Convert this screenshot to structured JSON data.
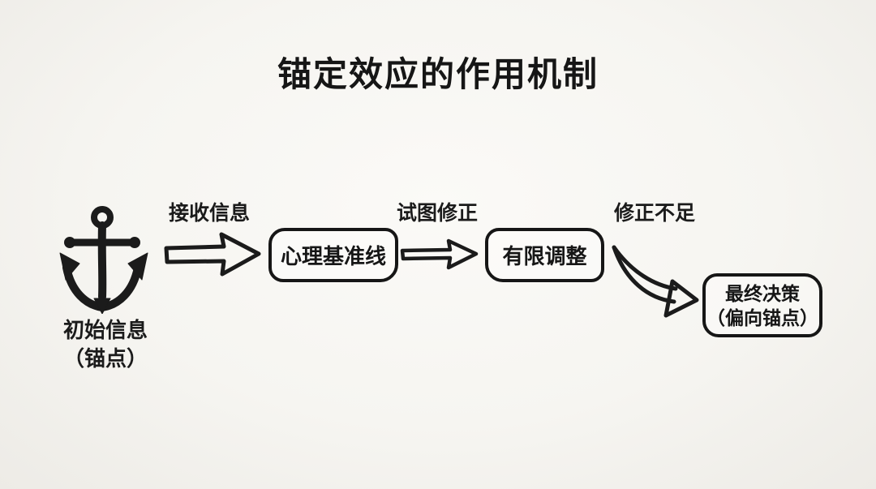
{
  "title": "锚定效应的作用机制",
  "colors": {
    "background": "#f5f4f0",
    "ink": "#1b1b1b"
  },
  "flow": {
    "source": {
      "icon": "anchor-icon",
      "label_line1": "初始信息",
      "label_line2": "（锚点）"
    },
    "arrow_labels": [
      "接收信息",
      "试图修正",
      "修正不足"
    ],
    "nodes": [
      {
        "label": "心理基准线"
      },
      {
        "label": "有限调整"
      },
      {
        "label_line1": "最终决策",
        "label_line2": "（偏向锚点）"
      }
    ]
  }
}
